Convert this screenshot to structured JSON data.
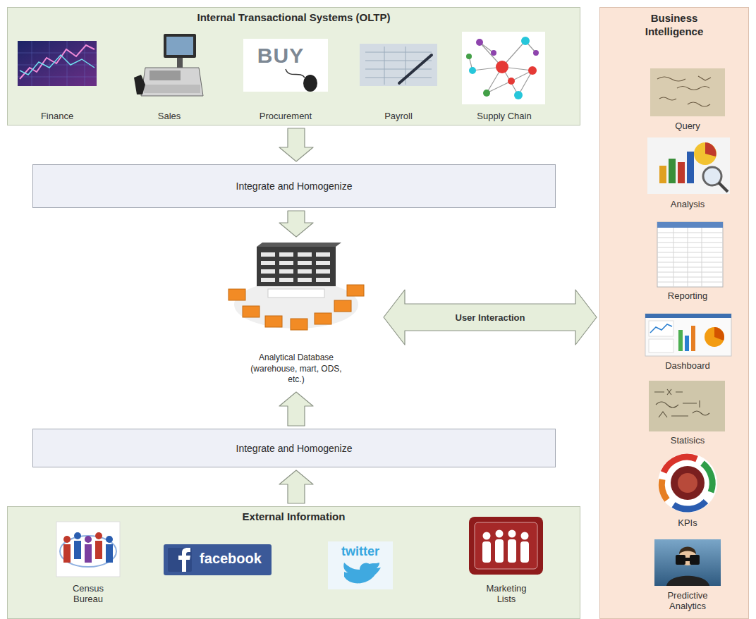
{
  "diagram": {
    "nodes": [
      {
        "text": [
          "Internal Transactional Systems (OLTP)"
        ]
      },
      {
        "text": [
          "Integrate and Homogenize"
        ]
      },
      {
        "text": [
          "Analytical Database (warehouse, mart, ODS, etc.)"
        ]
      },
      {
        "text": [
          "Integrate and Homogenize"
        ]
      },
      {
        "text": [
          "External Information"
        ]
      },
      {
        "text": [
          "Business Intelligence"
        ]
      }
    ],
    "edges": [
      {
        "from": 0,
        "to": 1,
        "arrow": "to"
      },
      {
        "from": 1,
        "to": 2,
        "arrow": "to"
      },
      {
        "from": 3,
        "to": 2,
        "arrow": "to"
      },
      {
        "from": 4,
        "to": 3,
        "arrow": "to"
      },
      {
        "from": 2,
        "to": 5,
        "arrow": "both",
        "label": "User Interaction"
      }
    ],
    "labels": [
      "Finance",
      "Sales",
      "BUY",
      "Procurement",
      "Payroll",
      "Supply Chain",
      "Census Bureau",
      "facebook",
      "twitter",
      "Marketing Lists",
      "Query",
      "Analysis",
      "Reporting",
      "Dashboard",
      "Statisics",
      "KPIs",
      "Predictive Analytics"
    ]
  }
}
